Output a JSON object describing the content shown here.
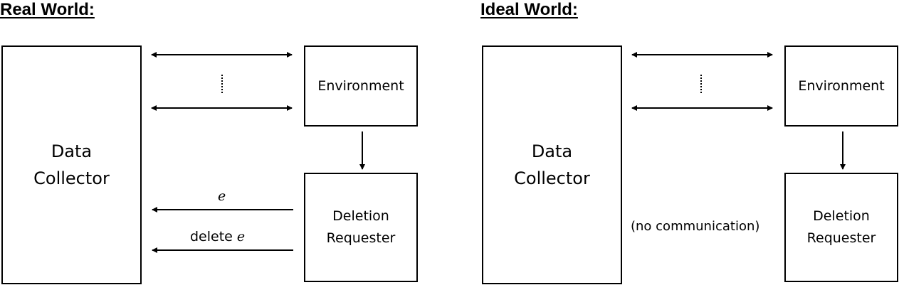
{
  "real": {
    "title": "Real World:",
    "collector_line1": "Data",
    "collector_line2": "Collector",
    "environment": "Environment",
    "requester_line1": "Deletion",
    "requester_line2": "Requester",
    "msg_e": "e",
    "msg_delete_prefix": "delete",
    "msg_delete_var": "e"
  },
  "ideal": {
    "title": "Ideal World:",
    "collector_line1": "Data",
    "collector_line2": "Collector",
    "environment": "Environment",
    "requester_line1": "Deletion",
    "requester_line2": "Requester",
    "no_comm": "(no communication)"
  }
}
